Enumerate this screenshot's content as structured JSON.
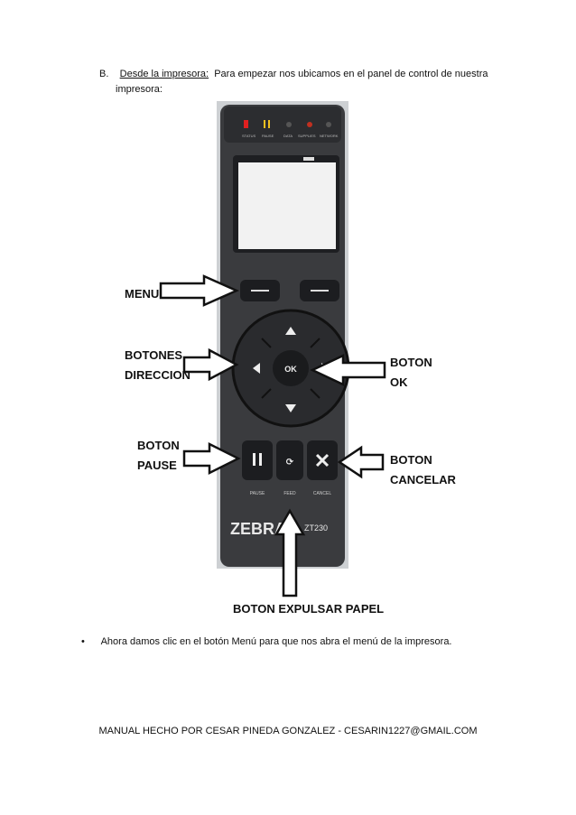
{
  "section": {
    "marker": "B.",
    "heading": "Desde la impresora:",
    "text": "Para empezar nos ubicamos en el panel de control de nuestra",
    "text2": "impresora:"
  },
  "panel": {
    "indicators": [
      "STATUS",
      "PAUSE",
      "DATA",
      "SUPPLIES",
      "NETWORK"
    ],
    "buttons": {
      "ok": "OK"
    },
    "bottom_labels": [
      "PAUSE",
      "FEED",
      "CANCEL"
    ],
    "brand": "ZEBRA",
    "model": "ZT230",
    "colors": {
      "body": "#3a3b3e",
      "accent": "#1a1a1a"
    }
  },
  "callouts": {
    "menu": "MENU",
    "direccion_1": "BOTONES",
    "direccion_2": "DIRECCION",
    "ok_1": "BOTON",
    "ok_2": "OK",
    "pause_1": "BOTON",
    "pause_2": "PAUSE",
    "cancel_1": "BOTON",
    "cancel_2": "CANCELAR",
    "feed": "BOTON EXPULSAR PAPEL"
  },
  "bullet": {
    "symbol": "•",
    "text": "Ahora damos clic en el botón Menú para que nos abra el menú de la impresora."
  },
  "footer": "MANUAL HECHO POR CESAR PINEDA GONZALEZ - CESARIN1227@GMAIL.COM"
}
